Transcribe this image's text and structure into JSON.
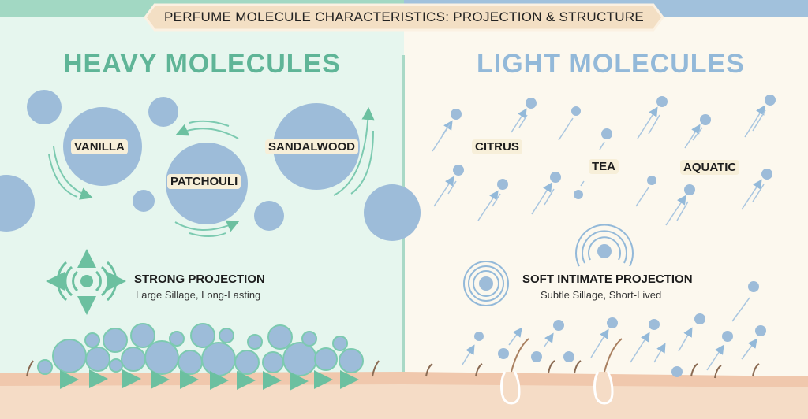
{
  "banner": {
    "title": "PERFUME MOLECULE CHARACTERISTICS: PROJECTION & STRUCTURE"
  },
  "left": {
    "heading": "HEAVY MOLECULES",
    "molecules": [
      "VANILLA",
      "PATCHOULI",
      "SANDALWOOD"
    ],
    "projection": {
      "title": "STRONG PROJECTION",
      "subtitle": "Large Sillage, Long-Lasting"
    },
    "accent": "#5fb597",
    "molecule_color": "#9dbcd9"
  },
  "right": {
    "heading": "LIGHT MOLECULES",
    "molecules": [
      "CITRUS",
      "TEA",
      "AQUATIC"
    ],
    "projection": {
      "title": "SOFT INTIMATE PROJECTION",
      "subtitle": "Subtle Sillage, Short-Lived"
    },
    "accent": "#93b9d9"
  },
  "colors": {
    "skin": "#f5dcc6",
    "skin_top": "#f0c8ad",
    "left_bg": "#e6f6ee",
    "right_bg": "#fcf8ee"
  }
}
